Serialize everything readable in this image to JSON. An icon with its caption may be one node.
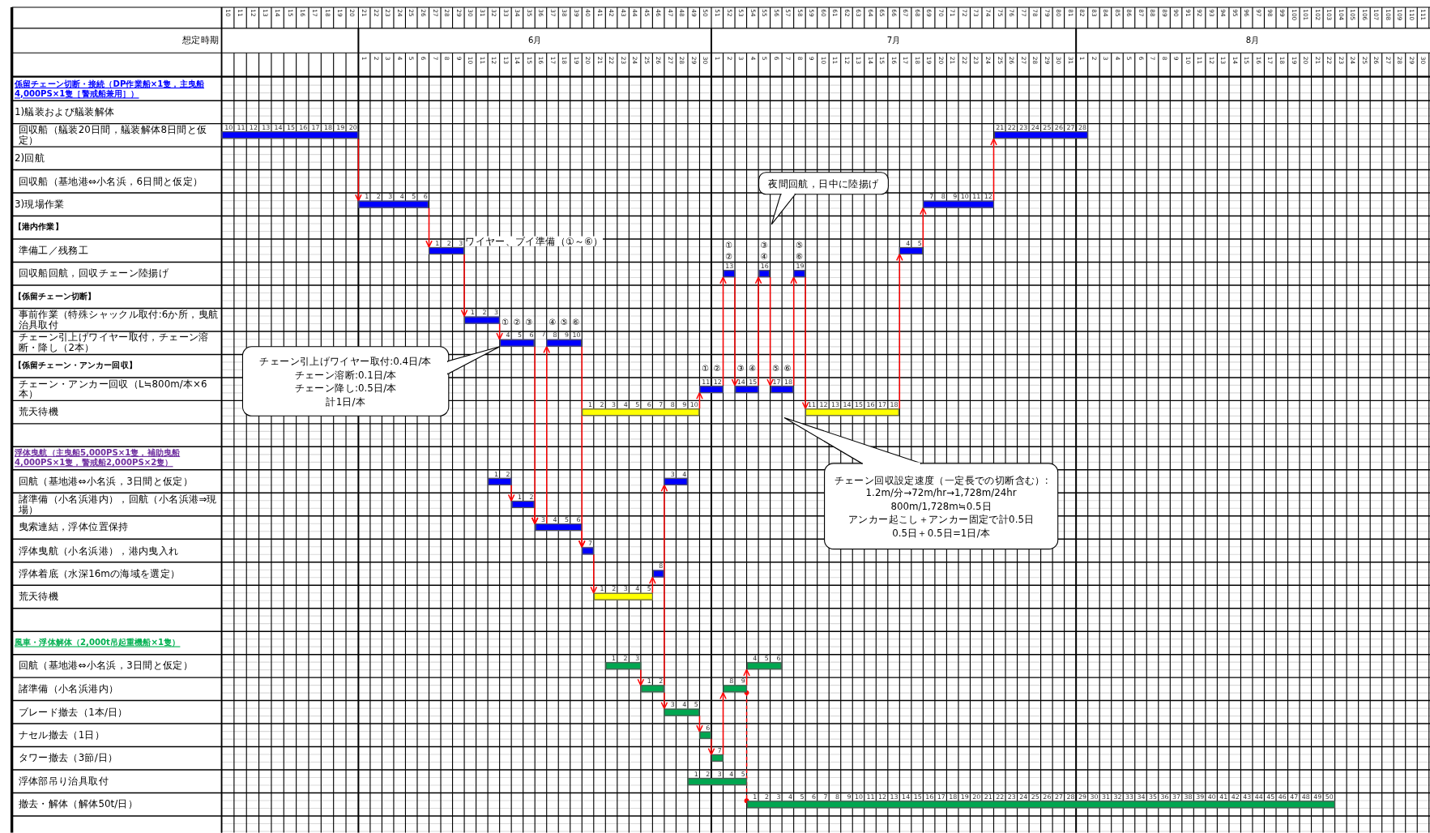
{
  "diagram": {
    "nodes": [
      {
        "text": [
          "10",
          "11",
          "12",
          "13",
          "14",
          "15",
          "16",
          "17",
          "18",
          "19",
          "20"
        ]
      },
      {
        "text": [
          "21",
          "22",
          "23",
          "24",
          "25",
          "26",
          "27",
          "28"
        ]
      },
      {
        "text": [
          "1",
          "2",
          "3",
          "4",
          "5",
          "6"
        ]
      },
      {
        "text": [
          "7",
          "8",
          "9",
          "10",
          "11",
          "12"
        ]
      },
      {
        "text": [
          "1",
          "2",
          "3"
        ],
        "beside": [
          "ワイヤー、ブイ準備（①～⑥）"
        ]
      },
      {
        "text": [
          "4",
          "5"
        ]
      },
      {
        "text": [
          "13"
        ],
        "beside": [
          "①",
          "②"
        ]
      },
      {
        "text": [
          "16"
        ],
        "beside": [
          "③",
          "④"
        ]
      },
      {
        "text": [
          "19"
        ],
        "beside": [
          "⑤",
          "⑥"
        ]
      },
      {
        "text": [
          "1",
          "2",
          "3"
        ]
      },
      {
        "text": [
          "4",
          "5",
          "6"
        ],
        "beside": [
          "①",
          "②",
          "③"
        ]
      },
      {
        "text": [
          "8",
          "9",
          "10"
        ],
        "beside": [
          "④",
          "⑤",
          "⑥"
        ]
      },
      {
        "text": [
          "11",
          "12"
        ],
        "beside": [
          "①",
          "②"
        ]
      },
      {
        "text": [
          "14",
          "15"
        ],
        "beside": [
          "③",
          "④"
        ]
      },
      {
        "text": [
          "17",
          "18"
        ],
        "beside": [
          "⑤",
          "⑥"
        ]
      },
      {
        "text": [
          "1",
          "2",
          "3",
          "4",
          "5",
          "6",
          "7",
          "8",
          "9",
          "10"
        ]
      },
      {
        "text": [
          "11",
          "12",
          "13",
          "14",
          "15",
          "16",
          "17",
          "18"
        ]
      },
      {
        "text": [
          "1",
          "2"
        ]
      },
      {
        "text": [
          "3",
          "4"
        ]
      },
      {
        "text": [
          "1",
          "2"
        ]
      },
      {
        "text": [
          "3",
          "4",
          "5",
          "6"
        ]
      },
      {
        "text": [
          "7"
        ]
      },
      {
        "text": [
          "8"
        ]
      },
      {
        "text": [
          "1",
          "2",
          "3",
          "4",
          "5"
        ]
      },
      {
        "text": [
          "1",
          "2",
          "3"
        ]
      },
      {
        "text": [
          "4",
          "5",
          "6"
        ]
      },
      {
        "text": [
          "1",
          "2"
        ]
      },
      {
        "text": [
          "8",
          "9"
        ]
      },
      {
        "text": [
          "3",
          "4",
          "5"
        ]
      },
      {
        "text": [
          "6"
        ]
      },
      {
        "text": [
          "7"
        ]
      },
      {
        "text": [
          "1",
          "2",
          "3",
          "4",
          "5"
        ]
      },
      {
        "text": [
          "1",
          "2",
          "3",
          "4",
          "5",
          "6",
          "7",
          "8",
          "9",
          "10",
          "11",
          "12",
          "13",
          "14",
          "15",
          "16",
          "17",
          "18",
          "19",
          "20",
          "21",
          "22",
          "23",
          "24",
          "25",
          "26",
          "27",
          "28",
          "29",
          "30",
          "31",
          "32",
          "33",
          "34",
          "35",
          "36",
          "37",
          "38",
          "39",
          "40",
          "41",
          "42",
          "43",
          "44",
          "45",
          "46",
          "47",
          "48",
          "49",
          "50"
        ]
      },
      {
        "text": [
          "夜間回航，日中に陸揚げ"
        ]
      },
      {
        "text": [
          "チェーン引上げワイヤー取付:0.4日/本",
          "チェーン溶断:0.1日/本",
          "チェーン降し:0.5日/本",
          "計1日/本"
        ]
      },
      {
        "text": [
          "チェーン回収設定速度（一定長での切断含む）:",
          "1.2m/分→72m/hr→1,728m/24hr",
          "800m/1,728m≒0.5日",
          "アンカー起こし＋アンカー固定で計0.5日",
          "0.5日＋0.5日=1日/本"
        ]
      }
    ],
    "edges": [
      {
        "from": 0,
        "to": 2,
        "arrow": "to"
      },
      {
        "from": 2,
        "to": 4,
        "arrow": "to"
      },
      {
        "from": 4,
        "to": 9,
        "arrow": "to"
      },
      {
        "from": 9,
        "to": 10,
        "arrow": "to"
      },
      {
        "from": 10,
        "to": 20,
        "arrow": "to"
      },
      {
        "from": 19,
        "to": 20,
        "arrow": "to"
      },
      {
        "from": 20,
        "to": 11,
        "arrow": "to"
      },
      {
        "from": 11,
        "to": 21,
        "arrow": "to"
      },
      {
        "from": 20,
        "to": 21,
        "arrow": "to"
      },
      {
        "from": 17,
        "to": 19,
        "arrow": "to"
      },
      {
        "from": 21,
        "to": 23,
        "arrow": "to"
      },
      {
        "from": 23,
        "to": 22,
        "arrow": "to"
      },
      {
        "from": 26,
        "to": 18,
        "arrow": "to"
      },
      {
        "from": 24,
        "to": 26,
        "arrow": "to"
      },
      {
        "from": 26,
        "to": 28,
        "arrow": "to"
      },
      {
        "from": 28,
        "to": 29,
        "arrow": "to"
      },
      {
        "from": 29,
        "to": 30,
        "arrow": "to"
      },
      {
        "from": 30,
        "to": 27,
        "arrow": "to"
      },
      {
        "from": 27,
        "to": 25,
        "arrow": "to"
      },
      {
        "from": 27,
        "to": 32,
        "arrow": "other",
        "style": "dashed"
      },
      {
        "from": 15,
        "to": 12,
        "arrow": "to"
      },
      {
        "from": 12,
        "to": 6,
        "arrow": "to"
      },
      {
        "from": 6,
        "to": 13,
        "arrow": "to"
      },
      {
        "from": 13,
        "to": 7,
        "arrow": "to"
      },
      {
        "from": 7,
        "to": 14,
        "arrow": "to"
      },
      {
        "from": 14,
        "to": 8,
        "arrow": "to"
      },
      {
        "from": 8,
        "to": 16,
        "arrow": "to"
      },
      {
        "from": 16,
        "to": 5,
        "arrow": "to"
      },
      {
        "from": 5,
        "to": 3,
        "arrow": "to"
      },
      {
        "from": 3,
        "to": 1,
        "arrow": "to"
      }
    ],
    "labels": [
      "10",
      "11",
      "12",
      "13",
      "14",
      "15",
      "16",
      "17",
      "18",
      "19",
      "20",
      "21",
      "22",
      "23",
      "24",
      "25",
      "26",
      "27",
      "28",
      "29",
      "30",
      "31",
      "32",
      "33",
      "34",
      "35",
      "36",
      "37",
      "38",
      "39",
      "40",
      "41",
      "42",
      "43",
      "44",
      "45",
      "46",
      "47",
      "48",
      "49",
      "50",
      "51",
      "52",
      "53",
      "54",
      "55",
      "56",
      "57",
      "58",
      "59",
      "60",
      "61",
      "62",
      "63",
      "64",
      "65",
      "66",
      "67",
      "68",
      "69",
      "70",
      "71",
      "72",
      "73",
      "74",
      "75",
      "76",
      "77",
      "78",
      "79",
      "80",
      "81",
      "82",
      "83",
      "84",
      "85",
      "86",
      "87",
      "88",
      "89",
      "90",
      "91",
      "92",
      "93",
      "94",
      "95",
      "96",
      "97",
      "98",
      "99",
      "100",
      "101",
      "102",
      "103",
      "104",
      "105",
      "106",
      "107",
      "108",
      "109",
      "110",
      "111",
      "想定時期",
      "6月",
      "7月",
      "8月",
      "1",
      "2",
      "3",
      "4",
      "5",
      "6",
      "7",
      "8",
      "9",
      "10",
      "11",
      "12",
      "13",
      "14",
      "15",
      "16",
      "17",
      "18",
      "19",
      "20",
      "21",
      "22",
      "23",
      "24",
      "25",
      "26",
      "27",
      "28",
      "29",
      "30",
      "1",
      "2",
      "3",
      "4",
      "5",
      "6",
      "7",
      "8",
      "9",
      "10",
      "11",
      "12",
      "13",
      "14",
      "15",
      "16",
      "17",
      "18",
      "19",
      "20",
      "21",
      "22",
      "23",
      "24",
      "25",
      "26",
      "27",
      "28",
      "29",
      "30",
      "31",
      "1",
      "2",
      "3",
      "4",
      "5",
      "6",
      "7",
      "8",
      "9",
      "10",
      "11",
      "12",
      "13",
      "14",
      "15",
      "16",
      "17",
      "18",
      "19",
      "20",
      "21",
      "22",
      "23",
      "24",
      "25",
      "26",
      "27",
      "28",
      "29",
      "30",
      "係留チェーン切断・接続（DP作業船×1隻，主曳船4,000PS×1隻［警戒船兼用］）",
      "1)艤装および艤装解体",
      "回収船（艤装20日間，艤装解体8日間と仮定）",
      "2)回航",
      "回収船（基地港⇔小名浜，6日間と仮定）",
      "3)現場作業",
      "【港内作業】",
      "準備工／残務工",
      "回収船回航，回収チェーン陸揚げ",
      "【係留チェーン切断】",
      "事前作業（特殊シャックル取付:6か所，曳航治具取付",
      "チェーン引上げワイヤー取付，チェーン溶断・降し（2本）",
      "【係留チェーン・アンカー回収】",
      "チェーン・アンカー回収（L≒800m/本×6本）",
      "荒天待機",
      "浮体曳航（主曳船5,000PS×1隻，補助曳船4,000PS×1隻，警戒船2,000PS×2隻）",
      "回航（基地港⇔小名浜，3日間と仮定）",
      "諸準備（小名浜港内），回航（小名浜港⇒現場）",
      "曳索連結，浮体位置保持",
      "浮体曳航（小名浜港），港内曳入れ",
      "浮体着底（水深16mの海域を選定）",
      "荒天待機",
      "風車・浮体解体（2,000t吊起重機船×1隻）",
      "回航（基地港⇔小名浜，3日間と仮定）",
      "諸準備（小名浜港内）",
      "ブレード撤去（1本/日）",
      "ナセル撤去（1日）",
      "タワー撤去（3節/日）",
      "浮体部吊り治具取付",
      "撤去・解体（解体50t/日）",
      "7"
    ]
  }
}
